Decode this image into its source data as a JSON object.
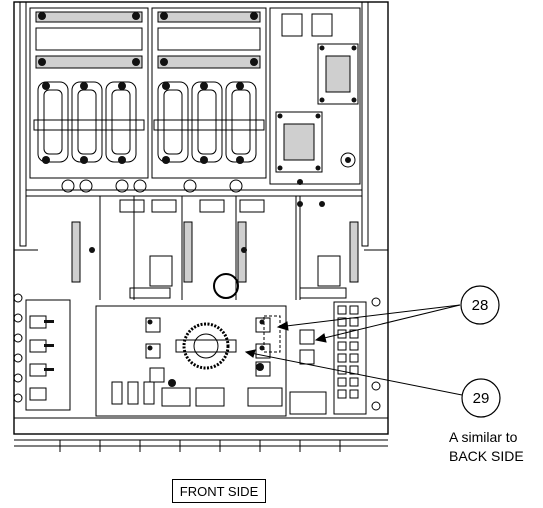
{
  "callouts": [
    {
      "number": "28"
    },
    {
      "number": "29"
    }
  ],
  "note": {
    "line1": "A similar to",
    "line2": "BACK SIDE"
  },
  "caption": "FRONT SIDE",
  "colors": {
    "line": "#000000",
    "background": "#ffffff",
    "fill_dark": "#111111",
    "fill_gray": "#cfcfcf"
  }
}
